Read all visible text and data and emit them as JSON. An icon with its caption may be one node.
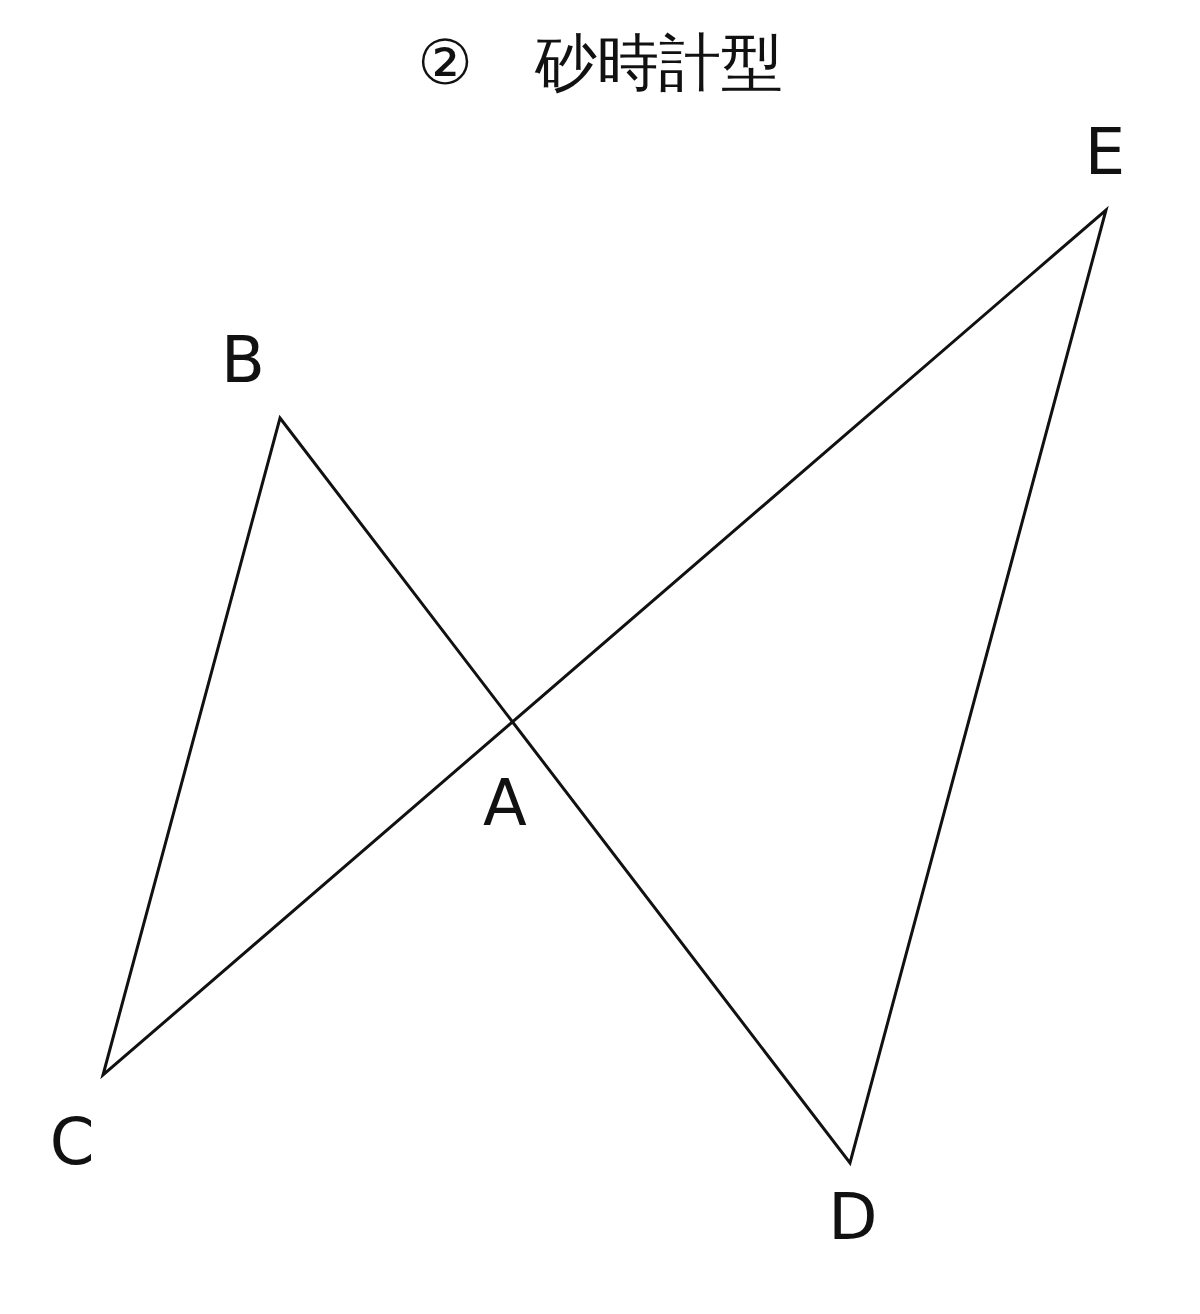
{
  "diagram": {
    "title": "②　砂時計型",
    "labels": [
      "E",
      "B",
      "A",
      "C",
      "D"
    ]
  }
}
